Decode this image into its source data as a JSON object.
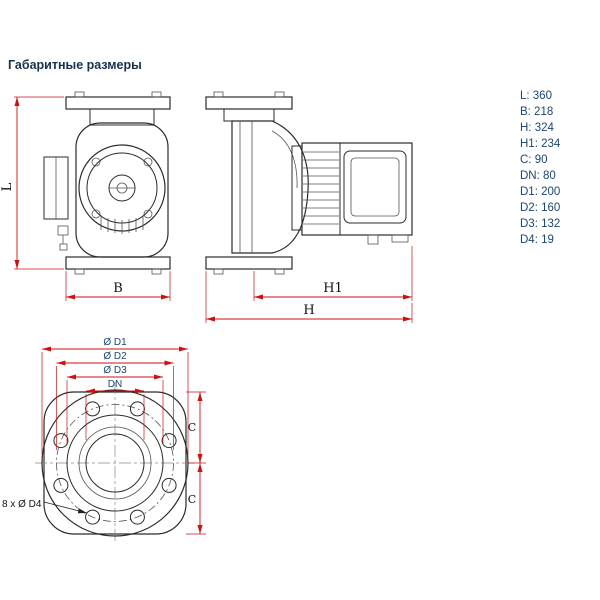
{
  "title": "Габаритные размеры",
  "colors": {
    "dimension_red": "#cc1111",
    "drawing_line": "#2b2b2b",
    "spec_text": "#1d4670",
    "title_text": "#16324c"
  },
  "spec_list": [
    {
      "label": "L",
      "value": "360",
      "text": "L: 360"
    },
    {
      "label": "B",
      "value": "218",
      "text": "B: 218"
    },
    {
      "label": "H",
      "value": "324",
      "text": "H: 324"
    },
    {
      "label": "H1",
      "value": "234",
      "text": "H1: 234"
    },
    {
      "label": "C",
      "value": "90",
      "text": "C: 90"
    },
    {
      "label": "DN",
      "value": "80",
      "text": "DN: 80"
    },
    {
      "label": "D1",
      "value": "200",
      "text": "D1: 200"
    },
    {
      "label": "D2",
      "value": "160",
      "text": "D2: 160"
    },
    {
      "label": "D3",
      "value": "132",
      "text": "D3: 132"
    },
    {
      "label": "D4",
      "value": "19",
      "text": "D4: 19"
    }
  ],
  "labels": {
    "front_height": "L",
    "front_width": "B",
    "side_motor_length": "H1",
    "side_total_length": "H",
    "flange_d1": "Ø D1",
    "flange_d2": "Ø D2",
    "flange_d3": "Ø D3",
    "flange_dn": "DN",
    "c_upper": "C",
    "c_lower": "C",
    "bolt_holes": "8 x Ø D4"
  }
}
